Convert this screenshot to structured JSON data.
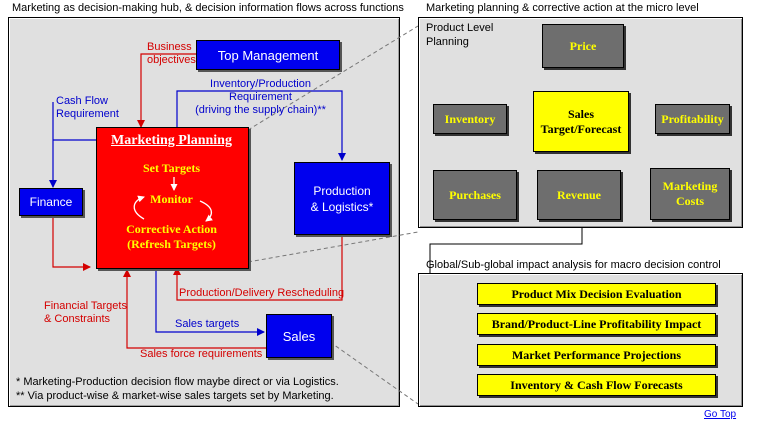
{
  "captions": {
    "left_header": "Marketing as decision-making hub, & decision information flows across functions",
    "right_top_header": "Marketing planning & corrective action at the micro level",
    "right_bottom_header": "Global/Sub-global impact analysis for macro decision control"
  },
  "left": {
    "top_management": "Top Management",
    "finance": "Finance",
    "production_logistics": [
      "Production",
      "& Logistics*"
    ],
    "sales": "Sales",
    "marketing_planning": {
      "title": "Marketing Planning",
      "set_targets": "Set Targets",
      "monitor": "Monitor",
      "corrective": "Corrective Action",
      "refresh": "(Refresh Targets)"
    },
    "flows": {
      "business_objectives": [
        "Business",
        "objectives"
      ],
      "inventory_requirement": [
        "Inventory/Production Requirement",
        "(driving the supply chain)**"
      ],
      "cash_flow": [
        "Cash Flow",
        "Requirement"
      ],
      "financial_targets": [
        "Financial Targets",
        "& Constraints"
      ],
      "production_rescheduling": "Production/Delivery Rescheduling",
      "sales_targets": "Sales targets",
      "sales_force": "Sales force requirements"
    },
    "footnotes": [
      "*  Marketing-Production decision flow maybe direct or via Logistics.",
      "** Via product-wise & market-wise sales targets set by Marketing."
    ]
  },
  "micro": {
    "title": [
      "Product Level",
      "Planning"
    ],
    "price": "Price",
    "inventory": "Inventory",
    "sales_target": [
      "Sales",
      "Target/Forecast"
    ],
    "profitability": "Profitability",
    "purchases": "Purchases",
    "revenue": "Revenue",
    "marketing_costs": [
      "Marketing",
      "Costs"
    ]
  },
  "macro": {
    "items": [
      "Product Mix Decision Evaluation",
      "Brand/Product-Line Profitability Impact",
      "Market Performance Projections",
      "Inventory & Cash Flow Forecasts"
    ]
  },
  "nav": {
    "go_top": "Go Top"
  }
}
